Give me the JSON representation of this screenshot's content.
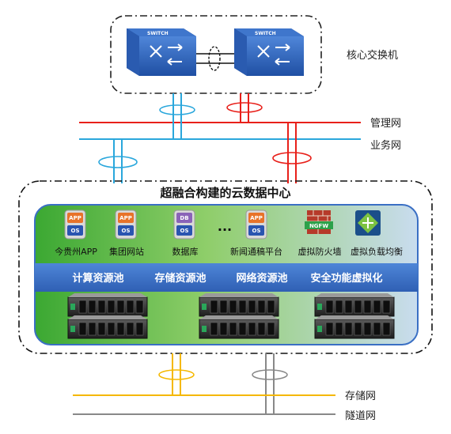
{
  "labels": {
    "core_switch": "核心交换机",
    "mgmt_net": "管理网",
    "biz_net": "业务网",
    "storage_net": "存储网",
    "tunnel_net": "隧道网",
    "dc_title": "超融合构建的云数据中心",
    "switch_text": "SWITCH",
    "ellipsis": "..."
  },
  "apps": [
    {
      "label": "今贵州APP",
      "top": "APP",
      "bottom": "OS",
      "top_color": "#e8732a"
    },
    {
      "label": "集团网站",
      "top": "APP",
      "bottom": "OS",
      "top_color": "#e8732a"
    },
    {
      "label": "数据库",
      "top": "DB",
      "bottom": "OS",
      "top_color": "#8a63b8"
    },
    {
      "label": "新闻通稿平台",
      "top": "APP",
      "bottom": "OS",
      "top_color": "#e8732a"
    },
    {
      "label": "虚拟防火墙",
      "icon": "firewall-icon",
      "badge": "NGFW"
    },
    {
      "label": "虚拟负载均衡",
      "icon": "load-balancer-icon"
    }
  ],
  "pools": [
    "计算资源池",
    "存储资源池",
    "网络资源池",
    "安全功能虚拟化"
  ],
  "colors": {
    "mgmt": "#e8201a",
    "biz": "#2aa7dc",
    "storage": "#f5b800",
    "tunnel": "#888888",
    "pool_bar": "#3a6fc4",
    "os_chip": "#2a55b0"
  }
}
